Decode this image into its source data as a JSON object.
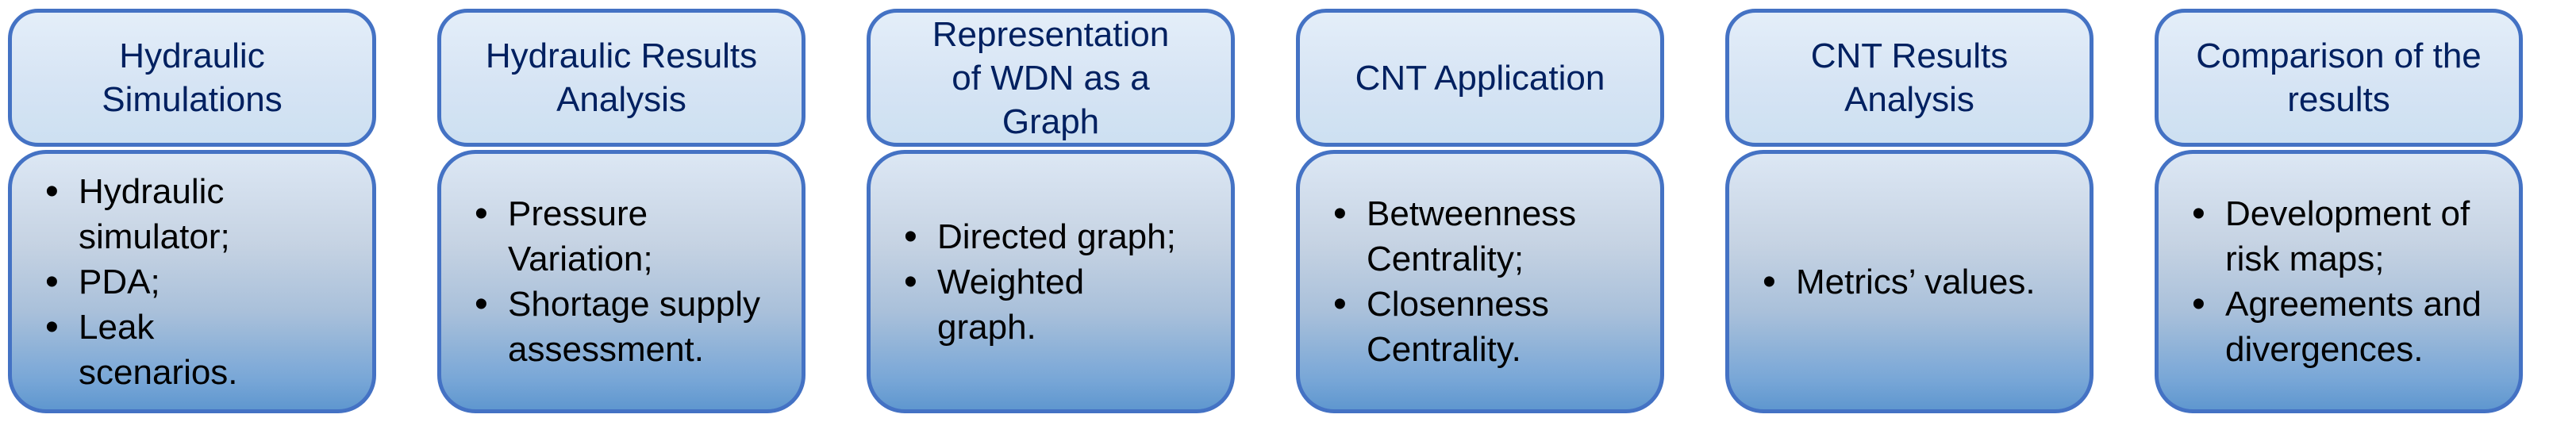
{
  "diagram": {
    "background_color": "#ffffff",
    "accent_border_color": "#4472C4",
    "header_text_color": "#002060",
    "body_text_color": "#000000",
    "bullet_glyph": "•",
    "columns": [
      {
        "title": "Hydraulic\nSimulations",
        "bullets": [
          "Hydraulic\nsimulator;",
          "PDA;",
          "Leak\nscenarios."
        ]
      },
      {
        "title": "Hydraulic Results\nAnalysis",
        "bullets": [
          "Pressure\nVariation;",
          "Shortage supply\nassessment."
        ]
      },
      {
        "title": "Representation\nof WDN as a\nGraph",
        "bullets": [
          "Directed graph;",
          "Weighted\ngraph."
        ]
      },
      {
        "title": "CNT Application",
        "bullets": [
          "Betweenness\nCentrality;",
          "Closenness\nCentrality."
        ]
      },
      {
        "title": "CNT Results\nAnalysis",
        "bullets": [
          "Metrics’ values."
        ]
      },
      {
        "title": "Comparison of the\nresults",
        "bullets": [
          "Development of\nrisk maps;",
          "Agreements and\ndivergences."
        ]
      }
    ]
  }
}
